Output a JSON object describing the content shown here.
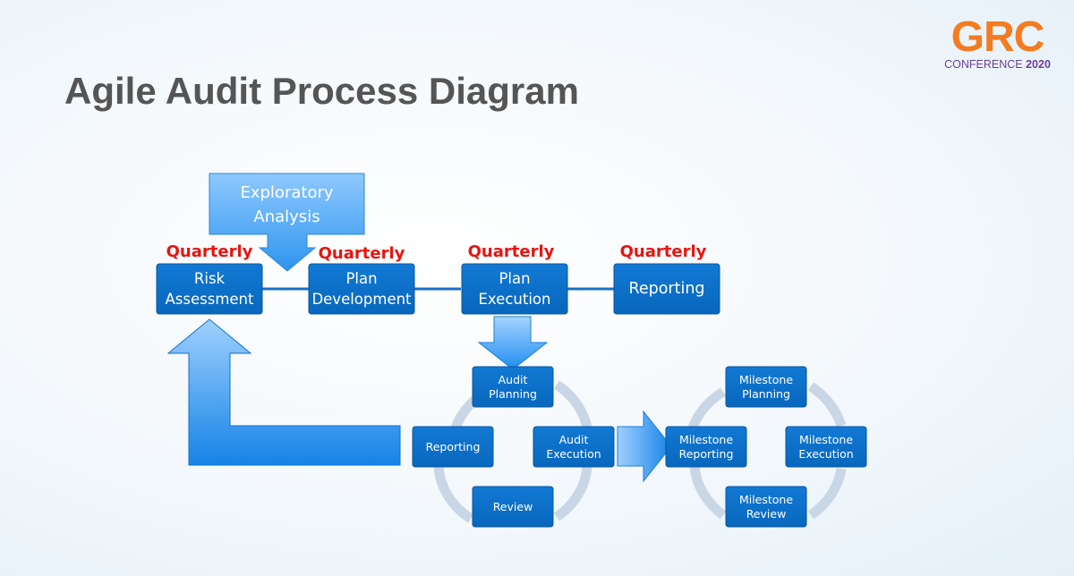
{
  "title": "Agile Audit Process Diagram",
  "logo": {
    "mark": "GRC",
    "conference": "CONFERENCE",
    "year": "2020"
  },
  "exploratory": "Exploratory\nAnalysis",
  "quarterly_label": "Quarterly",
  "stages": [
    {
      "id": "risk",
      "label": "Risk\nAssessment",
      "tag": "Quarterly"
    },
    {
      "id": "plan-dev",
      "label": "Plan\nDevelopment",
      "tag": "Quarterly"
    },
    {
      "id": "plan-exec",
      "label": "Plan\nExecution",
      "tag": "Quarterly"
    },
    {
      "id": "reporting",
      "label": "Reporting",
      "tag": "Quarterly"
    }
  ],
  "audit_cycle": [
    {
      "id": "audit-planning",
      "label": "Audit\nPlanning"
    },
    {
      "id": "audit-execution",
      "label": "Audit\nExecution"
    },
    {
      "id": "review",
      "label": "Review"
    },
    {
      "id": "reporting",
      "label": "Reporting"
    }
  ],
  "milestone_cycle": [
    {
      "id": "milestone-planning",
      "label": "Milestone\nPlanning"
    },
    {
      "id": "milestone-execution",
      "label": "Milestone\nExecution"
    },
    {
      "id": "milestone-review",
      "label": "Milestone\nReview"
    },
    {
      "id": "milestone-reporting",
      "label": "Milestone\nReporting"
    }
  ],
  "colors": {
    "box": "#0a70c9",
    "box_border": "#0756a0",
    "arrow_light": "#9fd0ff",
    "arrow_dark": "#1583e6",
    "cycle_ring": "#c9d6e6",
    "quarterly": "#e8140e",
    "title": "#555555"
  }
}
